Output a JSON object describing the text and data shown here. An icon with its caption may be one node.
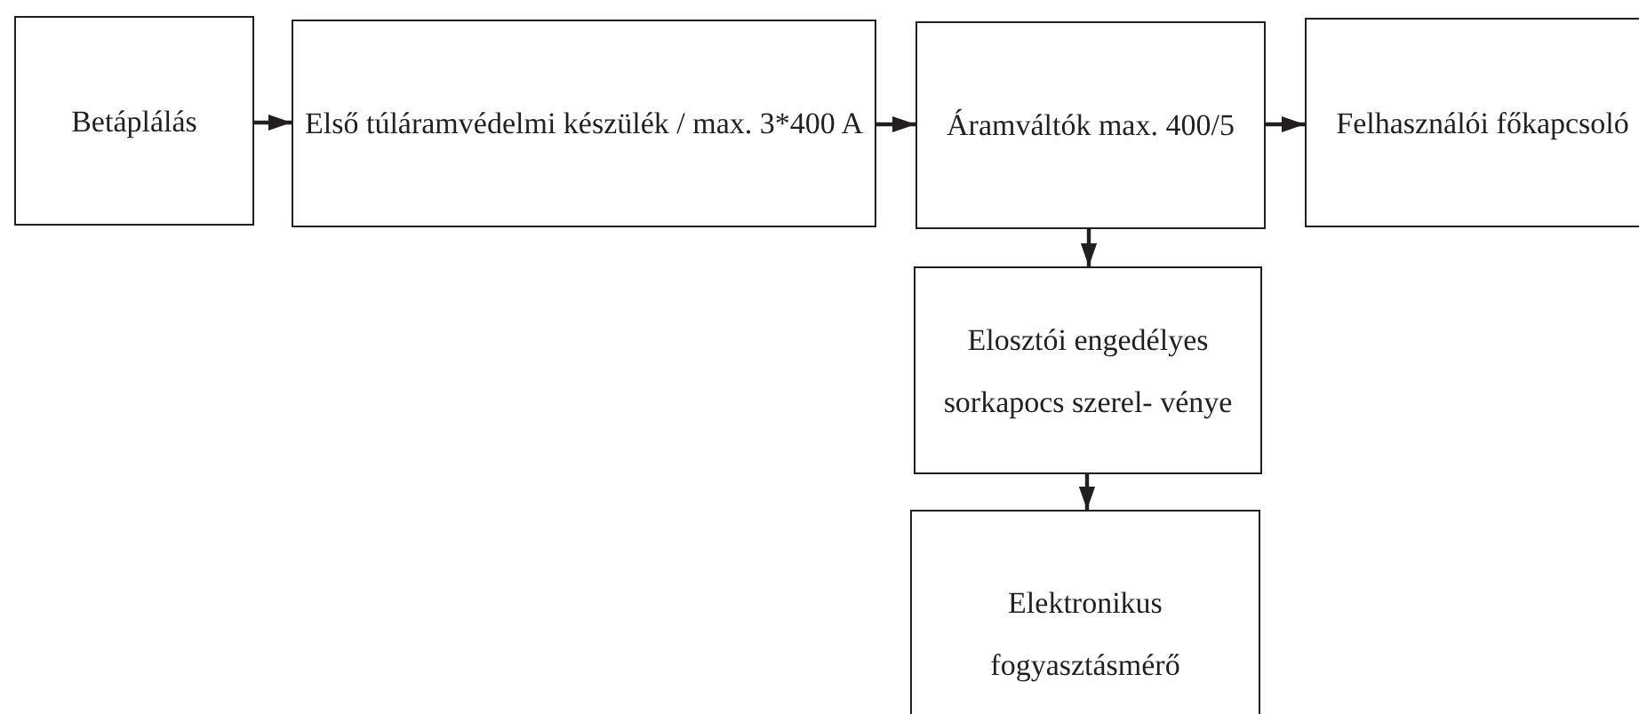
{
  "diagram": {
    "nodes": [
      {
        "text": [
          "Betáplálás"
        ]
      },
      {
        "text": [
          "Első túláramvédelmi készülék / max. 3*400 A"
        ]
      },
      {
        "text": [
          "Áramváltók max. 400/5"
        ]
      },
      {
        "text": [
          "Felhasználói főkapcsoló"
        ]
      },
      {
        "text": [
          "Elosztói engedélyes sorkapocs szerel- vénye"
        ]
      },
      {
        "text": [
          "Elektronikus fogyasztásmérő"
        ]
      }
    ],
    "edges": [
      {
        "from": 0,
        "to": 1,
        "arrow": "to"
      },
      {
        "from": 1,
        "to": 2,
        "arrow": "to"
      },
      {
        "from": 2,
        "to": 3,
        "arrow": "to"
      },
      {
        "from": 2,
        "to": 4,
        "arrow": "to"
      },
      {
        "from": 4,
        "to": 5,
        "arrow": "to"
      }
    ]
  }
}
